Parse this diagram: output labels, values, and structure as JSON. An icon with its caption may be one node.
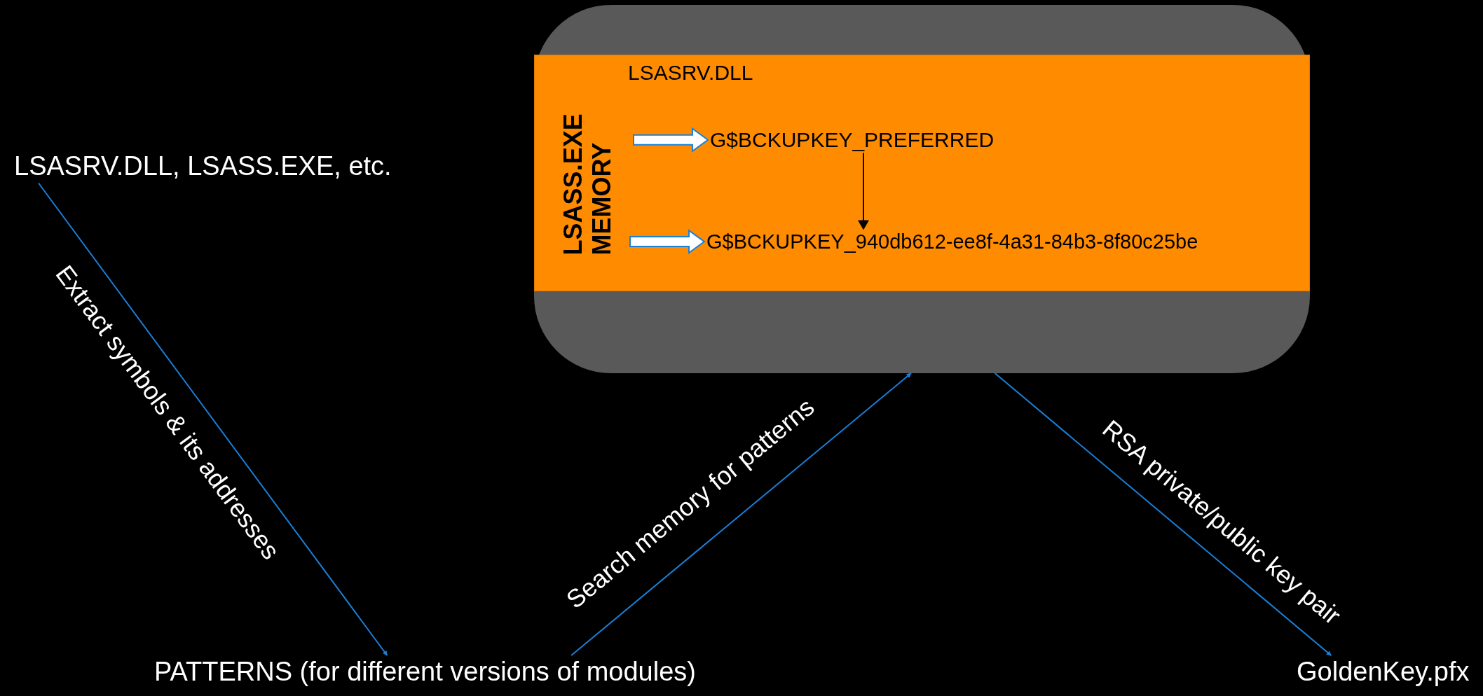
{
  "diagram": {
    "nodes": [
      {
        "text": [
          "LSASRV.DLL, LSASS.EXE, etc."
        ]
      },
      {
        "text": [
          "PATTERNS (for different versions of modules)"
        ]
      },
      {
        "text": [],
        "shape": "box"
      },
      {
        "text": [
          "LSASS.EXE MEMORY",
          "LSASRV.DLL"
        ],
        "in": 2
      },
      {
        "text": [
          "G$BCKUPKEY_PREFERRED"
        ],
        "in": 3
      },
      {
        "text": [
          "G$BCKUPKEY_940db612-ee8f-4a31-84b3-8f80c25be"
        ],
        "in": 3
      },
      {
        "text": [
          "GoldenKey.pfx"
        ]
      }
    ],
    "edges": [
      {
        "from": 0,
        "to": 1,
        "arrow": "to",
        "label": "Extract symbols & its addresses"
      },
      {
        "from": 1,
        "to": 2,
        "arrow": "to",
        "label": "Search memory for patterns"
      },
      {
        "from": 2,
        "to": 6,
        "arrow": "to",
        "label": "RSA private/public key pair"
      },
      {
        "from": null,
        "to": 4,
        "arrow": "to",
        "style": "thick",
        "color": "#ffffff"
      },
      {
        "from": null,
        "to": 5,
        "arrow": "to",
        "style": "thick",
        "color": "#ffffff"
      },
      {
        "from": 4,
        "to": 5,
        "arrow": "to",
        "color": "#000000"
      }
    ]
  }
}
